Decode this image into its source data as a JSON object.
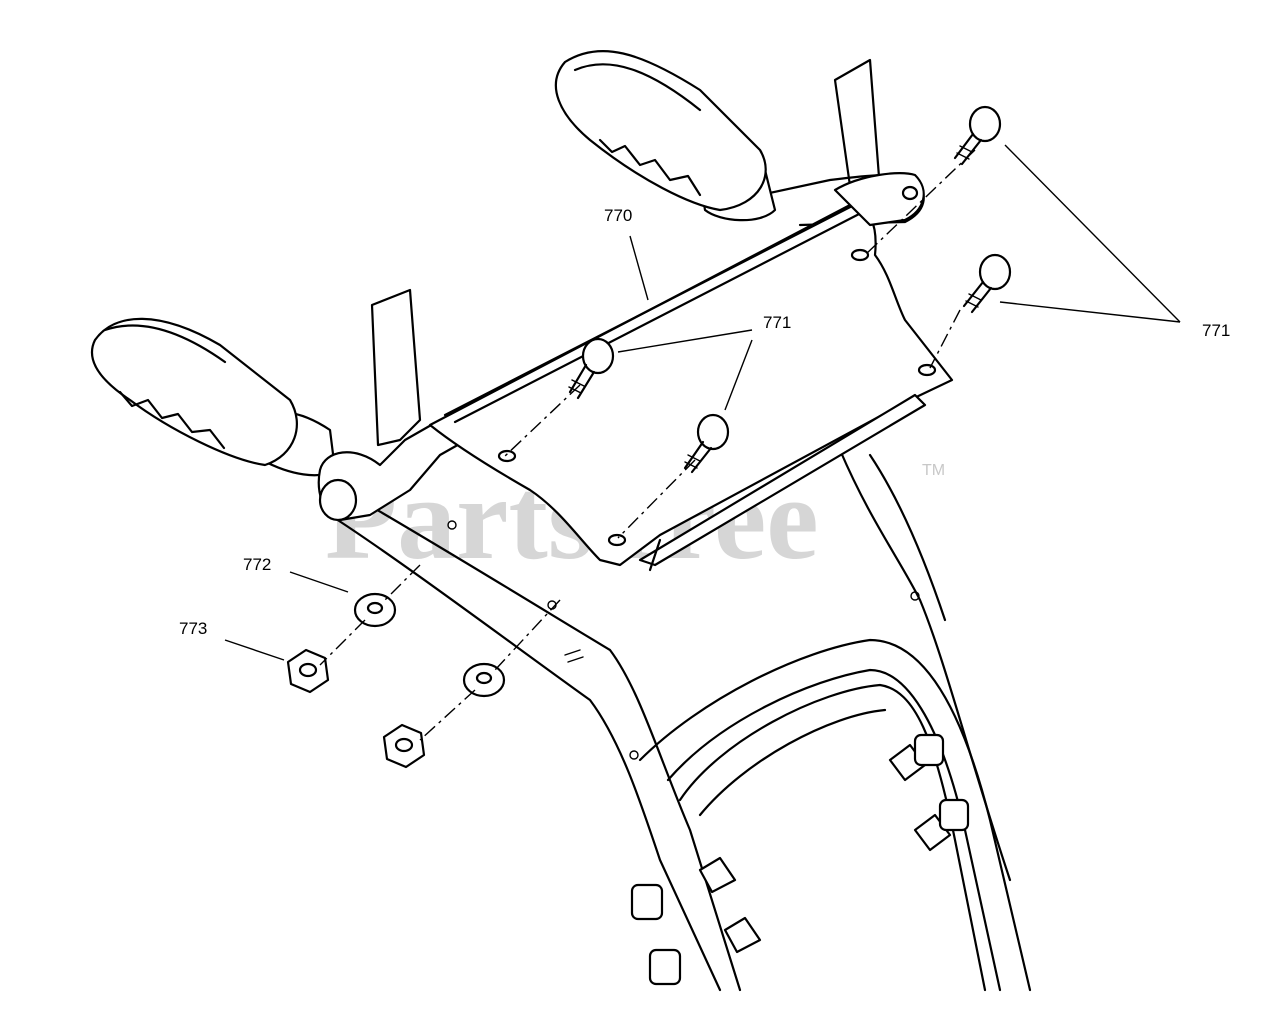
{
  "diagram": {
    "callouts": {
      "c770": "770",
      "c771_center": "771",
      "c771_right": "771",
      "c772": "772",
      "c773": "773"
    },
    "watermark": {
      "text": "PartsTree",
      "trademark": "TM"
    }
  }
}
